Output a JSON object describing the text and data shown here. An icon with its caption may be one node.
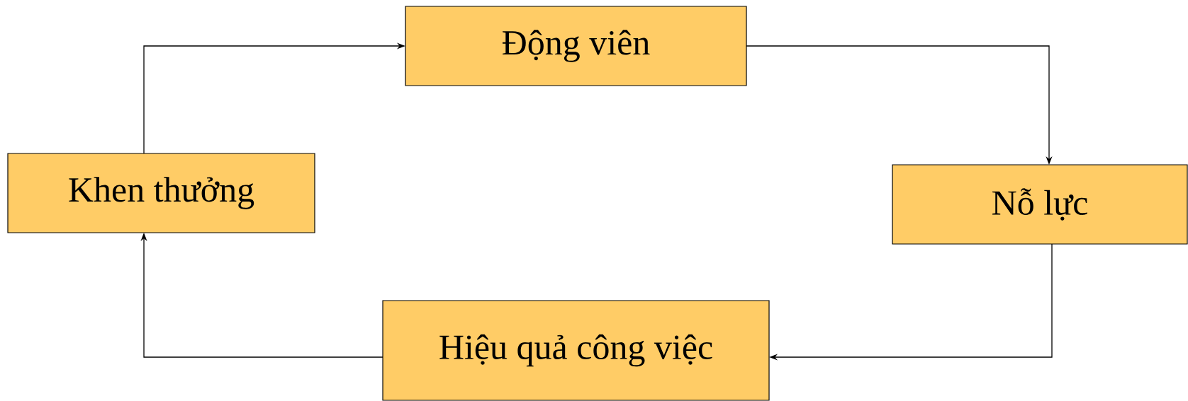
{
  "diagram": {
    "nodes": [
      {
        "text": [
          "Động viên"
        ]
      },
      {
        "text": [
          "Nỗ lực"
        ]
      },
      {
        "text": [
          "Hiệu quả công việc"
        ]
      },
      {
        "text": [
          "Khen thưởng"
        ]
      }
    ],
    "edges": [
      {
        "from": 0,
        "to": 1,
        "arrow": "to"
      },
      {
        "from": 1,
        "to": 2,
        "arrow": "to"
      },
      {
        "from": 2,
        "to": 3,
        "arrow": "to"
      },
      {
        "from": 3,
        "to": 0,
        "arrow": "to"
      }
    ]
  }
}
